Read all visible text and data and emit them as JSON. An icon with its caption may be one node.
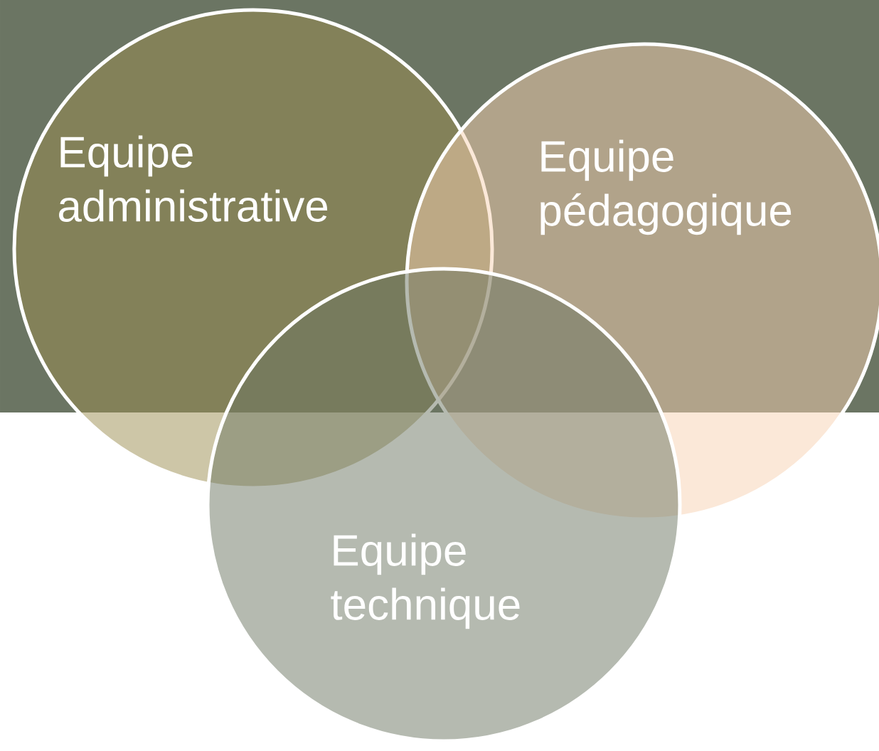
{
  "diagram": {
    "nodes": [
      {
        "text": [
          "Equipe administrative"
        ]
      },
      {
        "text": [
          "Equipe pédagogique"
        ]
      },
      {
        "text": [
          "Equipe technique"
        ]
      }
    ]
  }
}
